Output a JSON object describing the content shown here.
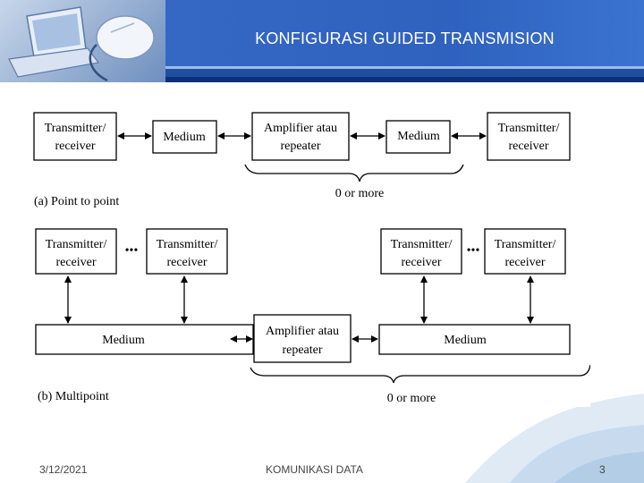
{
  "header": {
    "title": "KONFIGURASI GUIDED TRANSMISION"
  },
  "diagram": {
    "a": {
      "tr_left_1": "Transmitter/",
      "tr_left_2": "receiver",
      "medium_1": "Medium",
      "amp_1": "Amplifier atau",
      "amp_2": "repeater",
      "medium_2": "Medium",
      "tr_right_1": "Transmitter/",
      "tr_right_2": "receiver",
      "zero_more": "0 or more",
      "caption": "(a) Point to point"
    },
    "b": {
      "tr1_1": "Transmitter/",
      "tr1_2": "receiver",
      "tr2_1": "Transmitter/",
      "tr2_2": "receiver",
      "tr3_1": "Transmitter/",
      "tr3_2": "receiver",
      "tr4_1": "Transmitter/",
      "tr4_2": "receiver",
      "dots": "•••",
      "medium_left": "Medium",
      "amp_1": "Amplifier atau",
      "amp_2": "repeater",
      "medium_right": "Medium",
      "zero_more": "0 or more",
      "caption": "(b) Multipoint"
    }
  },
  "footer": {
    "date": "3/12/2021",
    "center": "KOMUNIKASI DATA",
    "page": "3"
  }
}
